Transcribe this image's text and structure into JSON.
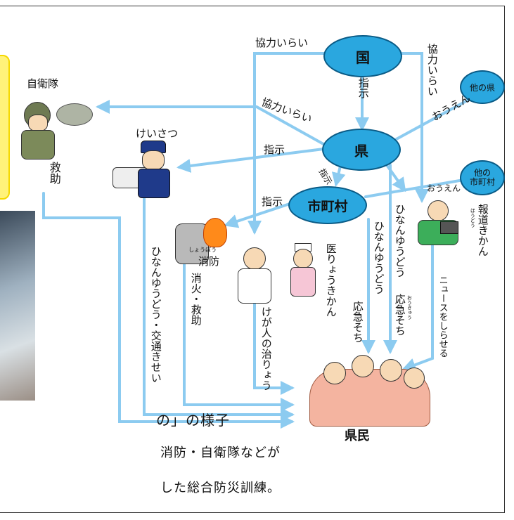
{
  "nodes": {
    "kuni": "国",
    "ken": "県",
    "shichoson": "市町村",
    "ta_no_ken": "他の県",
    "ta_no_shichoson": "他の\n市町村"
  },
  "actors": {
    "jieitai": "自衛隊",
    "keisatsu": "けいさつ",
    "shobo": "消防",
    "shobo_ruby": "しょうぼう",
    "iryo": "医りょうきかん",
    "hodo": "報道きかん",
    "hodo_ruby": "ほうどう",
    "kenmin": "県民"
  },
  "edges": {
    "kyoryoku_top": "協力いらい",
    "kyoryoku_right": "協力いらい",
    "kyoryoku_mid": "協力いらい",
    "shiji_kuni": "指示",
    "shiji_keisatsu": "指示",
    "shiji_shichoson": "指示",
    "shiji_shobo": "指示",
    "oen_ken": "おうえん",
    "oen_shichoson": "おうえん"
  },
  "duties": {
    "kyujo": "救助",
    "hinan_kotsu": "ひなんゆうどう・交通きせい",
    "shoka_kyujo": "消火・救助",
    "kega": "けが人の治りょう",
    "hinan_1": "ひなんゆうどう",
    "hinan_2": "ひなんゆうどう",
    "okyu_1": "応急そち",
    "okyu_2": "応急そち",
    "okyu_ruby": "おうきゅう",
    "news": "ニュースをしらせる"
  },
  "caption": {
    "line1": "の」の様子",
    "line2": "消防・自衛隊などが",
    "line3": "した総合防災訓練。"
  },
  "colors": {
    "arrow": "#8ccbf0",
    "node_fill": "#2aa7df",
    "highlight": "#fff27a"
  }
}
